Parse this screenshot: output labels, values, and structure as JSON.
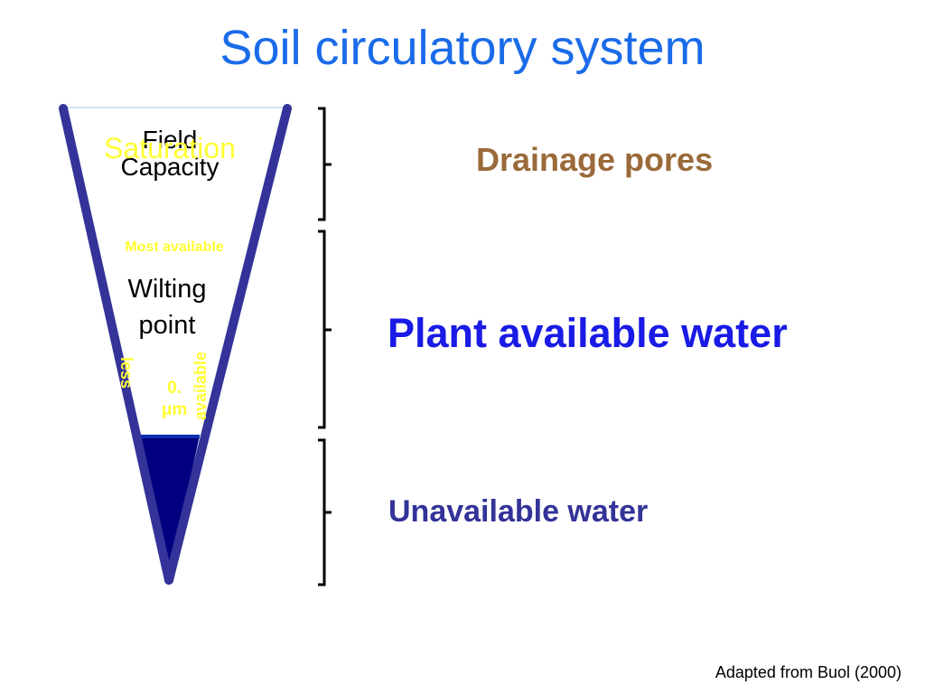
{
  "title": "Soil circulatory system",
  "funnel": {
    "field_capacity": "Field\nCapacity",
    "saturation": "Saturation",
    "most_available": "Most available",
    "wilting_point": "Wilting\npoint",
    "less_label": "less",
    "available_label": "available",
    "pore_size": "0.\nμm"
  },
  "categories": {
    "drainage": "Drainage pores",
    "plant_available": "Plant available water",
    "unavailable": "Unavailable water"
  },
  "credit": "Adapted from Buol (2000)",
  "colors": {
    "title": "#1a6be8",
    "funnel_outline": "#333399",
    "unavailable_fill": "#000080",
    "highlight_text": "#ffff33",
    "drainage_text": "#9b6a3a",
    "plant_text": "#1a1ae6",
    "unavailable_text": "#333399"
  }
}
